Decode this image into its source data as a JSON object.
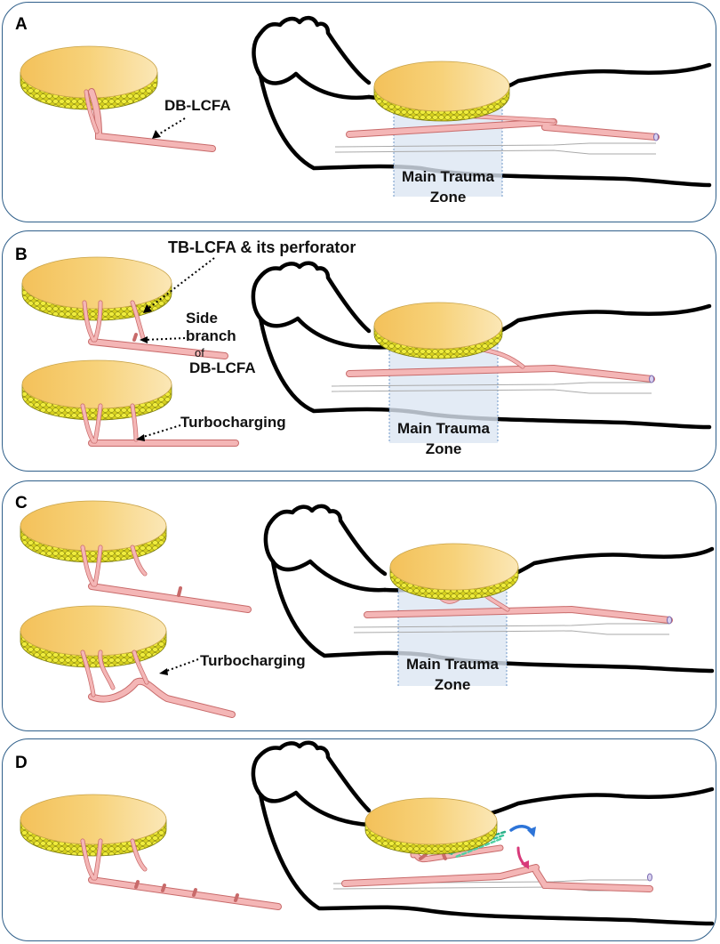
{
  "panels": [
    {
      "letter": "A"
    },
    {
      "letter": "B"
    },
    {
      "letter": "C"
    },
    {
      "letter": "D"
    }
  ],
  "labels": {
    "db_lcfa": "DB-LCFA",
    "tb_lcfa": "TB-LCFA",
    "amp_its_perforator": "& its perforator",
    "side": "Side",
    "branch": "branch",
    "of": "of",
    "db_lcfa_b": "DB-LCFA",
    "turbocharging": "Turbocharging",
    "main_trauma": "Main Trauma",
    "zone": "Zone"
  },
  "colors": {
    "panel_border": "#2f5f8a",
    "flap_top": "#f4c860",
    "flap_fat": "#e3e030",
    "vessel": "#f4b0b0",
    "vessel_outline": "#c86a6a",
    "zone_fill": "#dce6f2",
    "leg_outline": "#000000"
  }
}
